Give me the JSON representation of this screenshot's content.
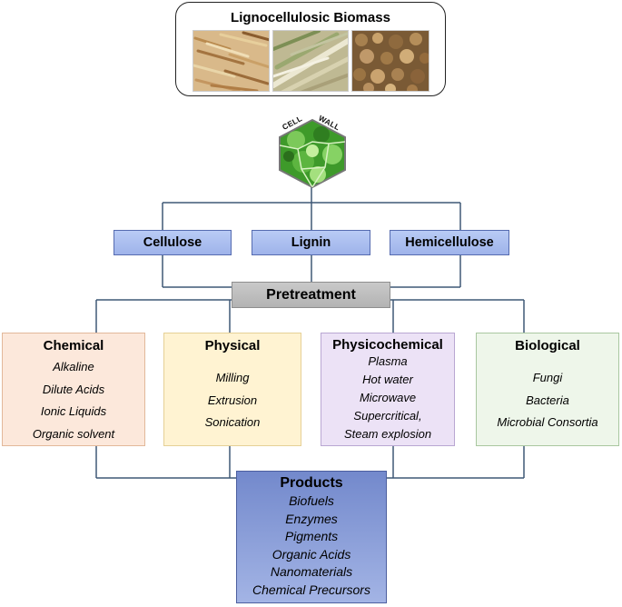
{
  "biomass": {
    "title": "Lignocellulosic Biomass"
  },
  "cell_wall": {
    "label_left": "CELL",
    "label_right": "WALL"
  },
  "components": [
    "Cellulose",
    "Lignin",
    "Hemicellulose"
  ],
  "pretreatment": {
    "label": "Pretreatment"
  },
  "categories": {
    "chemical": {
      "title": "Chemical",
      "items": [
        "Alkaline",
        "Dilute Acids",
        "Ionic Liquids",
        "Organic solvent"
      ]
    },
    "physical": {
      "title": "Physical",
      "items": [
        "Milling",
        "Extrusion",
        "Sonication"
      ]
    },
    "physicochemical": {
      "title": "Physicochemical",
      "items": [
        "Plasma",
        "Hot water",
        "Microwave",
        "Supercritical,",
        "Steam explosion"
      ]
    },
    "biological": {
      "title": "Biological",
      "items": [
        "Fungi",
        "Bacteria",
        "Microbial Consortia"
      ]
    }
  },
  "products": {
    "title": "Products",
    "items": [
      "Biofuels",
      "Enzymes",
      "Pigments",
      "Organic Acids",
      "Nanomaterials",
      "Chemical Precursors"
    ]
  },
  "colors": {
    "component_fill": "#a9bdf0",
    "pretreatment_fill": "#c0c0c0",
    "chemical_fill": "#fce8db",
    "physical_fill": "#fff3d2",
    "physicochemical_fill": "#ece2f6",
    "biological_fill": "#eef6ea",
    "products_fill": "#8a9fdb",
    "connector": "#3f5876",
    "cell_wall_green": "#4da832"
  }
}
